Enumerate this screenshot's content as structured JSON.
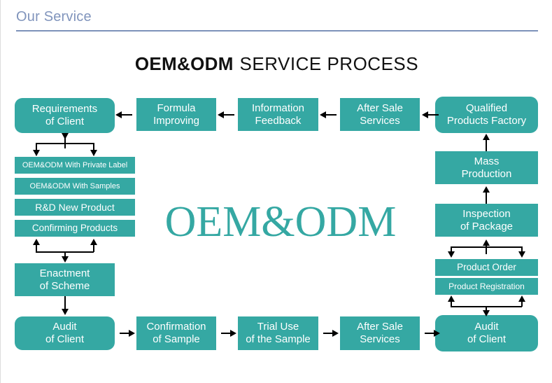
{
  "header": {
    "section_title": "Our Service",
    "rule_color": "#7D92BA",
    "title_color": "#8094BC"
  },
  "diagram": {
    "title_strong": "OEM&ODM",
    "title_light": "SERVICE PROCESS",
    "watermark": "OEM&ODM",
    "accent_color": "#35A8A3",
    "box_text_color": "#FFFFFF",
    "connector_color": "#000000"
  },
  "flow": {
    "top_row": [
      {
        "id": "requirements-of-client",
        "label": "Requirements\nof Client",
        "shape": "rounded"
      },
      {
        "id": "formula-improving",
        "label": "Formula\nImproving",
        "shape": "rect"
      },
      {
        "id": "information-feedback",
        "label": "Information\nFeedback",
        "shape": "rect"
      },
      {
        "id": "after-sale-services-top",
        "label": "After Sale\nServices",
        "shape": "rect"
      },
      {
        "id": "qualified-products-factory",
        "label": "Qualified\nProducts Factory",
        "shape": "rounded"
      }
    ],
    "left_column": [
      {
        "id": "oem-odm-private-label",
        "label": "OEM&ODM With Private Label",
        "shape": "rect"
      },
      {
        "id": "oem-odm-with-samples",
        "label": "OEM&ODM With Samples",
        "shape": "rect"
      },
      {
        "id": "rd-new-product",
        "label": "R&D New Product",
        "shape": "rect"
      },
      {
        "id": "confirming-products",
        "label": "Confirming Products",
        "shape": "rect"
      }
    ],
    "left_lower": [
      {
        "id": "enactment-of-scheme",
        "label": "Enactment\nof Scheme",
        "shape": "rect"
      }
    ],
    "right_column": [
      {
        "id": "mass-production",
        "label": "Mass\nProduction",
        "shape": "rect"
      },
      {
        "id": "inspection-of-package",
        "label": "Inspection\nof Package",
        "shape": "rect"
      },
      {
        "id": "product-order",
        "label": "Product Order",
        "shape": "rect"
      },
      {
        "id": "product-registration",
        "label": "Product Registration",
        "shape": "rect"
      }
    ],
    "bottom_row": [
      {
        "id": "audit-of-client-left",
        "label": "Audit\nof Client",
        "shape": "rounded"
      },
      {
        "id": "confirmation-of-sample",
        "label": "Confirmation\nof Sample",
        "shape": "rect"
      },
      {
        "id": "trial-use-of-the-sample",
        "label": "Trial Use\nof the Sample",
        "shape": "rect"
      },
      {
        "id": "after-sale-services-bottom",
        "label": "After Sale\nServices",
        "shape": "rect"
      },
      {
        "id": "audit-of-client-right",
        "label": "Audit\nof Client",
        "shape": "rounded"
      }
    ]
  }
}
